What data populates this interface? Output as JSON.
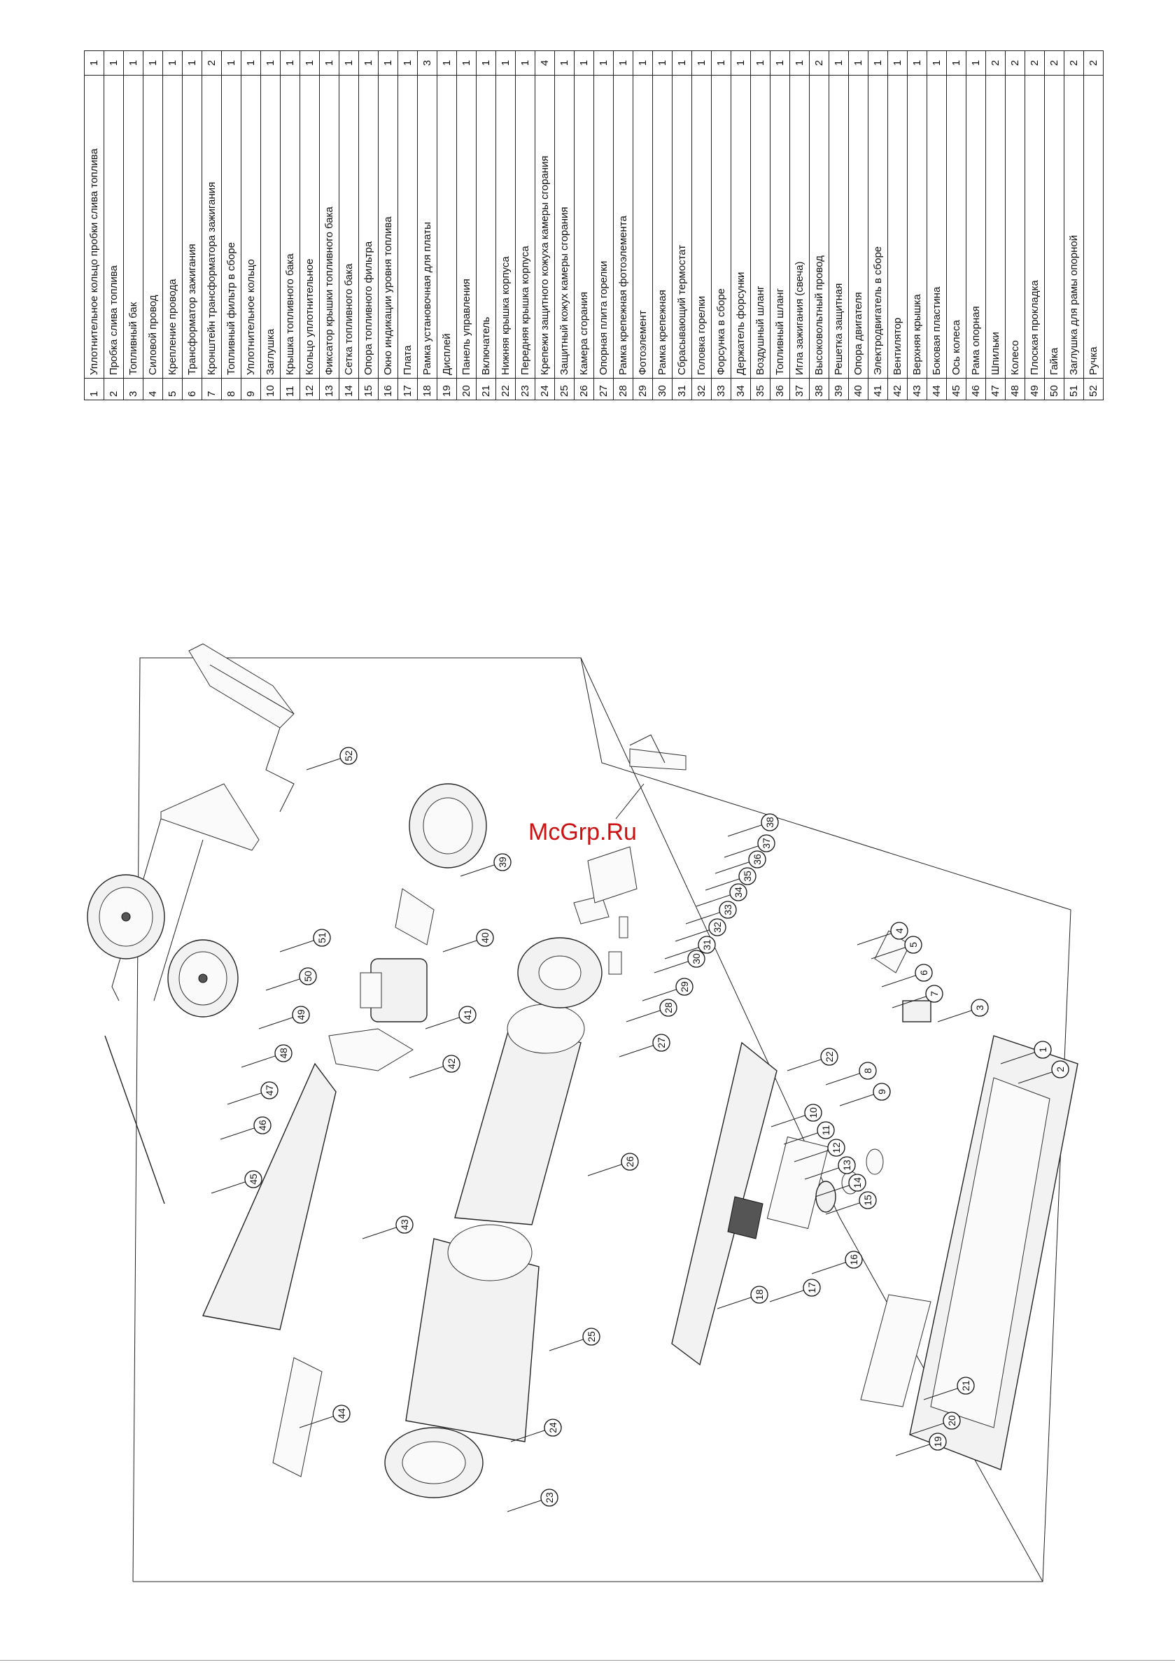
{
  "watermark": "McGrp.Ru",
  "parts": [
    {
      "n": "1",
      "name": "Уплотнительное кольцо пробки слива топлива",
      "qty": "1"
    },
    {
      "n": "2",
      "name": "Пробка слива топлива",
      "qty": "1"
    },
    {
      "n": "3",
      "name": "Топливный бак",
      "qty": "1"
    },
    {
      "n": "4",
      "name": "Силовой провод",
      "qty": "1"
    },
    {
      "n": "5",
      "name": "Крепление провода",
      "qty": "1"
    },
    {
      "n": "6",
      "name": "Трансформатор зажигания",
      "qty": "1"
    },
    {
      "n": "7",
      "name": "Кронштейн трансформатора зажигания",
      "qty": "2"
    },
    {
      "n": "8",
      "name": "Топливный фильтр в сборе",
      "qty": "1"
    },
    {
      "n": "9",
      "name": "Уплотнительное кольцо",
      "qty": "1"
    },
    {
      "n": "10",
      "name": "Заглушка",
      "qty": "1"
    },
    {
      "n": "11",
      "name": "Крышка топливного бака",
      "qty": "1"
    },
    {
      "n": "12",
      "name": "Кольцо уплотнительное",
      "qty": "1"
    },
    {
      "n": "13",
      "name": "Фиксатор крышки топливного бака",
      "qty": "1"
    },
    {
      "n": "14",
      "name": "Сетка топливного бака",
      "qty": "1"
    },
    {
      "n": "15",
      "name": "Опора топливного фильтра",
      "qty": "1"
    },
    {
      "n": "16",
      "name": "Окно индикации уровня топлива",
      "qty": "1"
    },
    {
      "n": "17",
      "name": "Плата",
      "qty": "1"
    },
    {
      "n": "18",
      "name": "Рамка установочная для платы",
      "qty": "3"
    },
    {
      "n": "19",
      "name": "Дисплей",
      "qty": "1"
    },
    {
      "n": "20",
      "name": "Панель управления",
      "qty": "1"
    },
    {
      "n": "21",
      "name": "Включатель",
      "qty": "1"
    },
    {
      "n": "22",
      "name": "Нижняя крышка корпуса",
      "qty": "1"
    },
    {
      "n": "23",
      "name": "Передняя крышка корпуса",
      "qty": "1"
    },
    {
      "n": "24",
      "name": "Крепежи защитного кожуха камеры сгорания",
      "qty": "4"
    },
    {
      "n": "25",
      "name": "Защитный кожух камеры сгорания",
      "qty": "1"
    },
    {
      "n": "26",
      "name": "Камера сгорания",
      "qty": "1"
    },
    {
      "n": "27",
      "name": "Опорная плита горелки",
      "qty": "1"
    },
    {
      "n": "28",
      "name": "Рамка крепежная фотоэлемента",
      "qty": "1"
    },
    {
      "n": "29",
      "name": "Фотоэлемент",
      "qty": "1"
    },
    {
      "n": "30",
      "name": "Рамка  крепежная",
      "qty": "1"
    },
    {
      "n": "31",
      "name": "Сбрасывающий термостат",
      "qty": "1"
    },
    {
      "n": "32",
      "name": "Головка горелки",
      "qty": "1"
    },
    {
      "n": "33",
      "name": "Форсунка в сборе",
      "qty": "1"
    },
    {
      "n": "34",
      "name": "Держатель форсунки",
      "qty": "1"
    },
    {
      "n": "35",
      "name": "Воздушный шланг",
      "qty": "1"
    },
    {
      "n": "36",
      "name": "Топливный шланг",
      "qty": "1"
    },
    {
      "n": "37",
      "name": "Игла зажигания (свеча)",
      "qty": "1"
    },
    {
      "n": "38",
      "name": "Высоковольтный провод",
      "qty": "2"
    },
    {
      "n": "39",
      "name": "Решетка защитная",
      "qty": "1"
    },
    {
      "n": "40",
      "name": "Опора двигателя",
      "qty": "1"
    },
    {
      "n": "41",
      "name": "Электродвигатель в сборе",
      "qty": "1"
    },
    {
      "n": "42",
      "name": "Вентилятор",
      "qty": "1"
    },
    {
      "n": "43",
      "name": "Верхняя крышка",
      "qty": "1"
    },
    {
      "n": "44",
      "name": "Боковая пластина",
      "qty": "1"
    },
    {
      "n": "45",
      "name": "Ось колеса",
      "qty": "1"
    },
    {
      "n": "46",
      "name": "Рама опорная",
      "qty": "1"
    },
    {
      "n": "47",
      "name": "Шпильки",
      "qty": "2"
    },
    {
      "n": "48",
      "name": "Колесо",
      "qty": "2"
    },
    {
      "n": "49",
      "name": "Плоская прокладка",
      "qty": "2"
    },
    {
      "n": "50",
      "name": "Гайка",
      "qty": "2"
    },
    {
      "n": "51",
      "name": "Заглушка для рамы опорной",
      "qty": "2"
    },
    {
      "n": "52",
      "name": "Ручка",
      "qty": "2"
    }
  ],
  "callouts": [
    "1",
    "2",
    "3",
    "4",
    "5",
    "6",
    "7",
    "8",
    "9",
    "10",
    "11",
    "12",
    "13",
    "14",
    "15",
    "16",
    "17",
    "18",
    "19",
    "20",
    "21",
    "22",
    "23",
    "24",
    "25",
    "26",
    "27",
    "28",
    "29",
    "30",
    "31",
    "32",
    "33",
    "34",
    "35",
    "36",
    "37",
    "38",
    "39",
    "40",
    "41",
    "42",
    "43",
    "44",
    "45",
    "46",
    "47",
    "48",
    "49",
    "50",
    "51",
    "52"
  ]
}
